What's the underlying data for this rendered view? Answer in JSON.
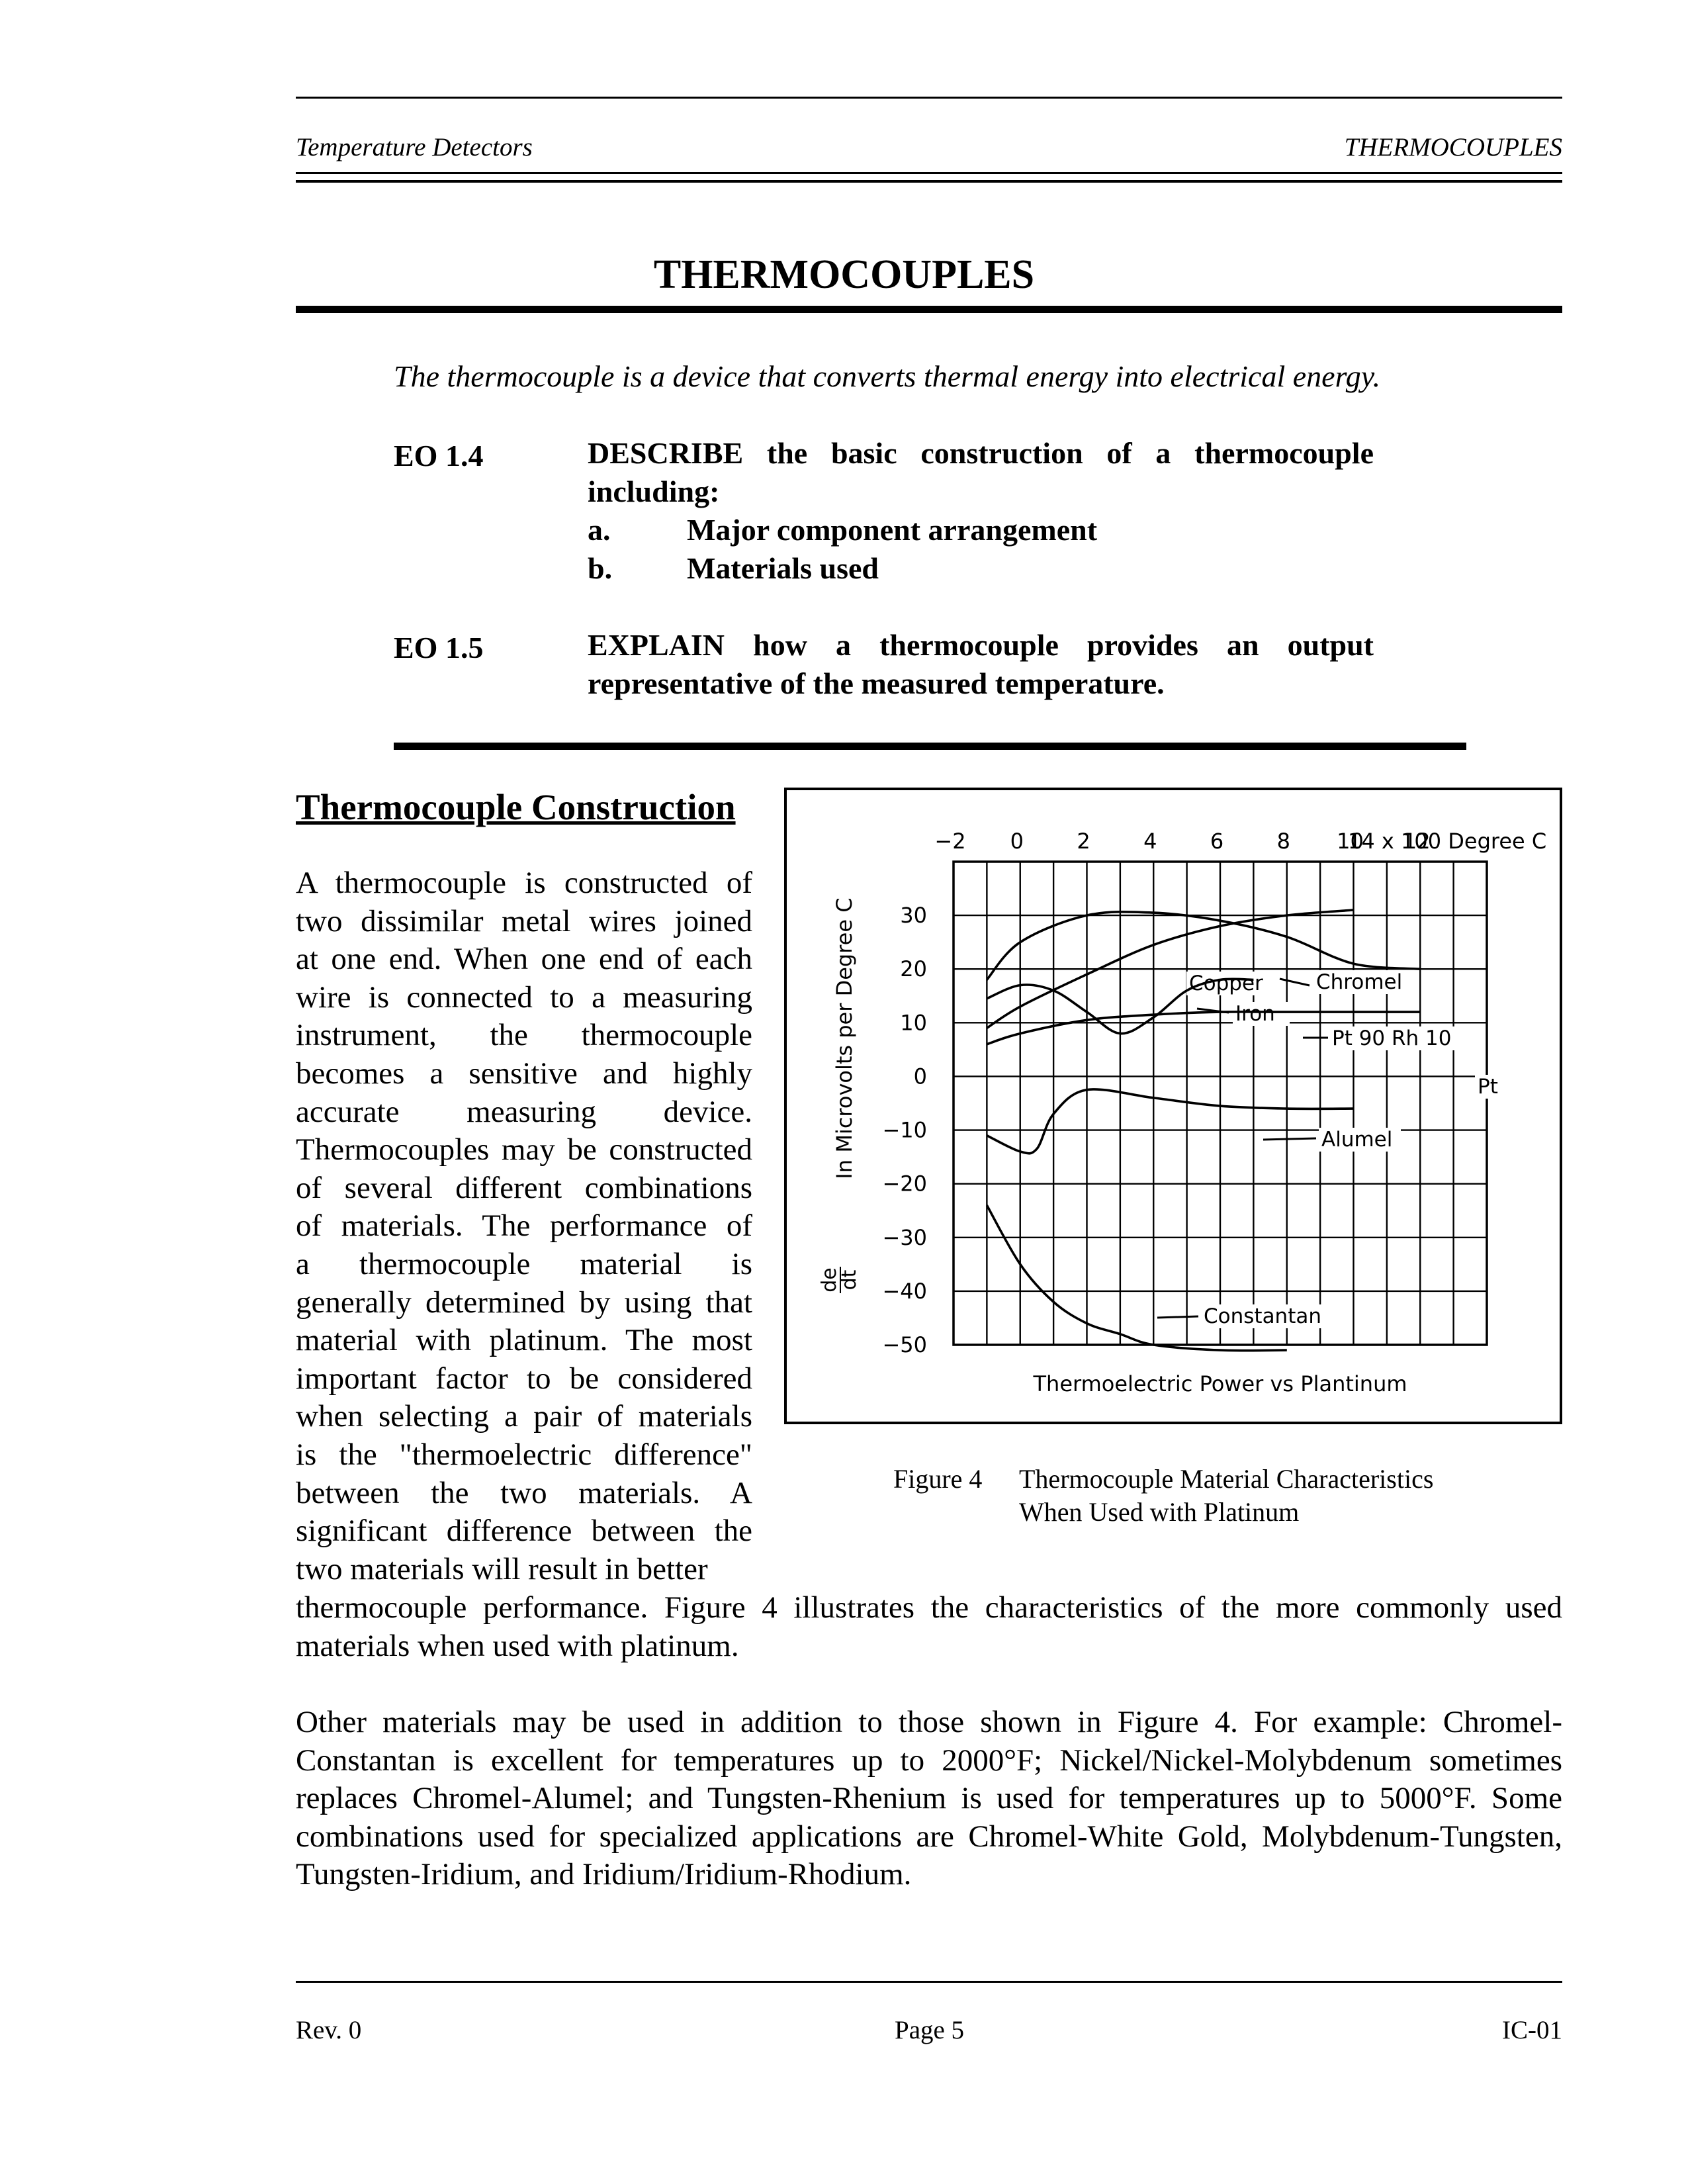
{
  "header": {
    "left": "Temperature Detectors",
    "right": "THERMOCOUPLES"
  },
  "title": "THERMOCOUPLES",
  "intro": "The thermocouple is a device that converts thermal energy into electrical energy.",
  "objectives": [
    {
      "id": "EO 1.4",
      "lines": [
        "DESCRIBE the basic construction of a thermocouple",
        "including:"
      ],
      "items": [
        {
          "label": "a.",
          "text": "Major component arrangement"
        },
        {
          "label": "b.",
          "text": "Materials used"
        }
      ]
    },
    {
      "id": "EO 1.5",
      "lines": [
        "EXPLAIN how a thermocouple provides an output",
        "representative of the measured temperature."
      ]
    }
  ],
  "section": {
    "heading": "Thermocouple Construction",
    "column_lines": [
      "A thermocouple is constructed of",
      "two dissimilar metal wires joined",
      "at one end.  When one end of each",
      "wire is connected to a measuring",
      "instrument,   the   thermocouple",
      "becomes a sensitive and highly",
      "accurate   measuring   device.",
      "Thermocouples may be constructed",
      "of several different combinations",
      "of materials.  The performance of",
      "a   thermocouple   material   is",
      "generally determined by using that",
      "material with platinum.  The most",
      "important factor to be considered",
      "when selecting a pair of materials",
      "is the \"thermoelectric difference\"",
      "between  the  two  materials.   A",
      "significant difference between the",
      "two materials will result in better"
    ],
    "continuation": "thermocouple performance.  Figure 4 illustrates the characteristics of the more commonly used materials when used with platinum.",
    "paragraph2": "Other materials may be used in addition to those shown in Figure 4.  For example:  Chromel-Constantan is excellent for temperatures up to 2000°F; Nickel/Nickel-Molybdenum sometimes replaces Chromel-Alumel; and Tungsten-Rhenium is used for temperatures up to 5000°F.  Some combinations used for specialized applications are Chromel-White Gold, Molybdenum-Tungsten, Tungsten-Iridium, and Iridium/Iridium-Rhodium."
  },
  "figure": {
    "number": "Figure 4",
    "caption_line1": "Thermocouple Material Characteristics",
    "caption_line2": "When Used with Platinum"
  },
  "chart_data": {
    "type": "line",
    "title": "",
    "xlabel": "14 x 100 Degree C",
    "ylabel": "In Microvolts per Degree C",
    "ylabel_prefix": "de/dt",
    "x_ticks": [
      "-2",
      "0",
      "2",
      "4",
      "6",
      "8",
      "10",
      "12"
    ],
    "y_ticks": [
      "30",
      "20",
      "10",
      "0",
      "-10",
      "-20",
      "-30",
      "-40",
      "-50"
    ],
    "xlim": [
      -2,
      14
    ],
    "ylim": [
      -50,
      40
    ],
    "grid": true,
    "footer_label": "Thermoelectric Power vs Plantinum",
    "series": [
      {
        "name": "Chromel",
        "x": [
          -1,
          0,
          2,
          4,
          6,
          8,
          10,
          12
        ],
        "y": [
          18,
          25,
          30,
          30.5,
          29,
          26,
          21,
          20
        ]
      },
      {
        "name": "Copper",
        "x": [
          -1,
          0,
          2,
          4,
          6,
          8,
          10
        ],
        "y": [
          9,
          13,
          19,
          24.5,
          28,
          30,
          31
        ]
      },
      {
        "name": "Iron",
        "x": [
          -1,
          0,
          1,
          2,
          3,
          4,
          5,
          6,
          7
        ],
        "y": [
          14.5,
          17,
          16,
          12,
          8,
          11,
          16,
          18,
          18
        ]
      },
      {
        "name": "Pt 90 Rh 10",
        "x": [
          -1,
          0,
          2,
          4,
          6,
          8,
          10,
          12
        ],
        "y": [
          6,
          8,
          10.5,
          11.5,
          12,
          12,
          12,
          12
        ]
      },
      {
        "name": "Pt",
        "x": [
          -2,
          14
        ],
        "y": [
          0,
          0
        ]
      },
      {
        "name": "Alumel",
        "x": [
          -1,
          0,
          0.5,
          1,
          2,
          4,
          6,
          8,
          10
        ],
        "y": [
          -11,
          -14,
          -13.5,
          -7,
          -2.5,
          -4,
          -5.5,
          -6,
          -6
        ]
      },
      {
        "name": "Constantan",
        "x": [
          -1,
          0,
          1,
          2,
          3,
          4,
          6,
          8
        ],
        "y": [
          -24,
          -35,
          -42,
          -46,
          -48,
          -50,
          -51,
          -51
        ]
      }
    ]
  },
  "footer": {
    "left": "Rev. 0",
    "center": "Page 5",
    "right": "IC-01"
  }
}
